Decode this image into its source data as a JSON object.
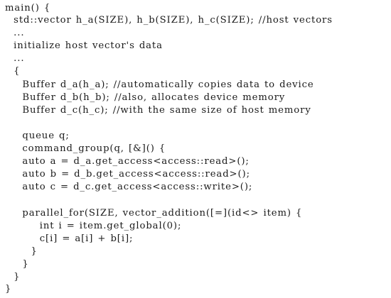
{
  "code": {
    "lines": [
      "main() {",
      "  std::vector h_a(SIZE), h_b(SIZE), h_c(SIZE); //host vectors",
      "  ...",
      "  initialize host vector's data",
      "  ...",
      "  {",
      "    Buffer d_a(h_a); //automatically copies data to device",
      "    Buffer d_b(h_b); //also, allocates device memory",
      "    Buffer d_c(h_c); //with the same size of host memory",
      "",
      "    queue q;",
      "    command_group(q, [&]() {",
      "    auto a = d_a.get_access<access::read>();",
      "    auto b = d_b.get_access<access::read>();",
      "    auto c = d_c.get_access<access::write>();",
      "",
      "    parallel_for(SIZE, vector_addition([=](id<> item) {",
      "        int i = item.get_global(0);",
      "        c[i] = a[i] + b[i];",
      "      }",
      "    }",
      "  }",
      "}"
    ]
  }
}
